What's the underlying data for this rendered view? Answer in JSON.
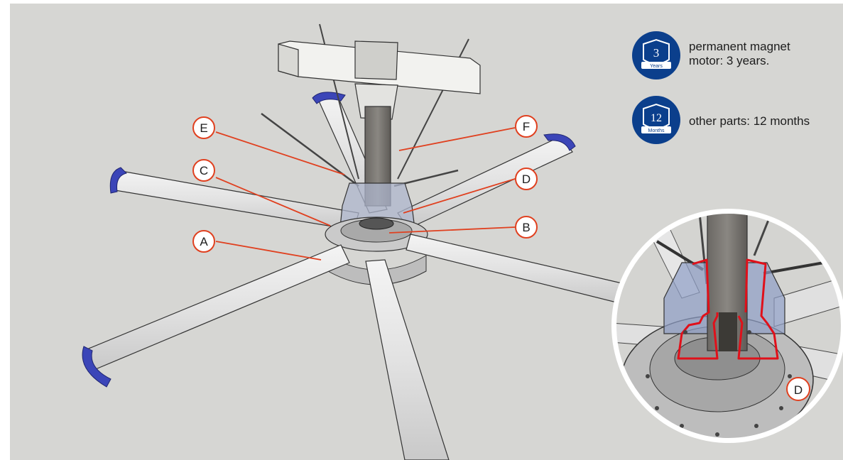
{
  "colors": {
    "background": "#d6d6d3",
    "callout_line": "#e0401f",
    "callout_ring": "#e0401f",
    "badge": "#0b3f8c",
    "blade_tip": "#3b45b8",
    "highlight_outline": "#e0101a"
  },
  "callouts": {
    "A": "A",
    "B": "B",
    "C": "C",
    "D": "D",
    "E": "E",
    "F": "F"
  },
  "warranty": [
    {
      "icon": "shield-badge-icon",
      "number": "3",
      "unit": "Years",
      "line1": "permanent magnet",
      "line2": "motor: 3 years."
    },
    {
      "icon": "shield-badge-icon",
      "number": "12",
      "unit": "Months",
      "line1": "other parts: 12 months",
      "line2": ""
    }
  ],
  "detail_view": {
    "label": "D"
  }
}
